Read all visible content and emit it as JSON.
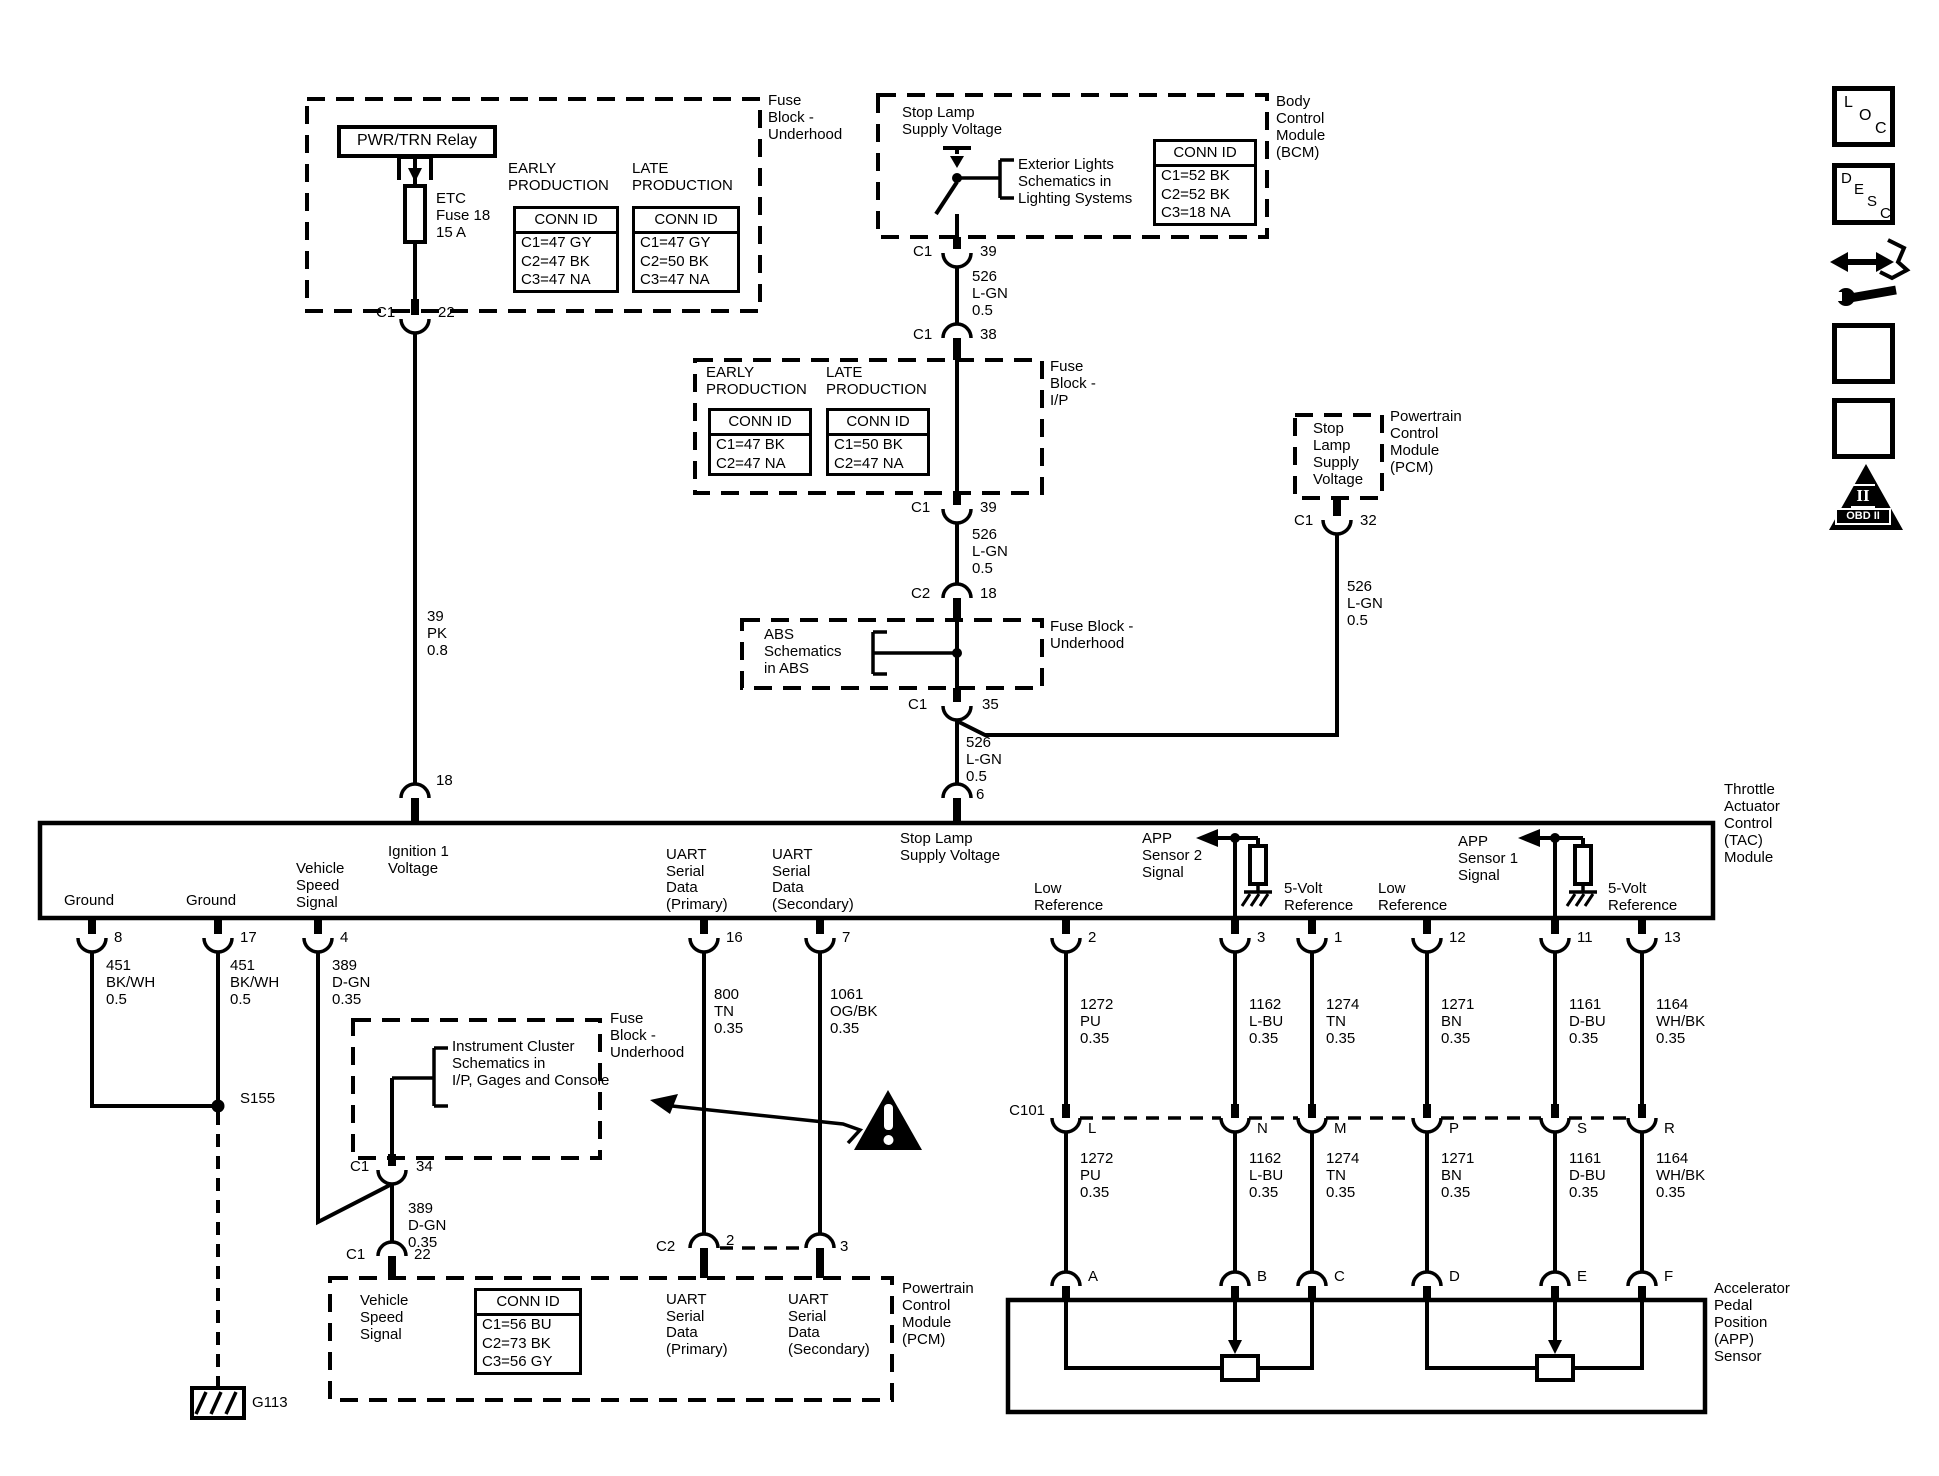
{
  "sidebar": {
    "loc_letters": [
      "L",
      "O",
      "C"
    ],
    "desc_letters": [
      "D",
      "E",
      "S",
      "C"
    ],
    "obd_numeral": "II",
    "obd_label": "OBD II"
  },
  "top_fuse_block": {
    "block_label": "Fuse\nBlock -\nUnderhood",
    "relay_label": "PWR/TRN Relay",
    "fuse_label": "ETC\nFuse 18\n15 A",
    "early_heading": "EARLY\nPRODUCTION",
    "late_heading": "LATE\nPRODUCTION",
    "conn_id_header": "CONN ID",
    "early_rows": [
      "C1=47 GY",
      "C2=47 BK",
      "C3=47 NA"
    ],
    "late_rows": [
      "C1=47 GY",
      "C2=50 BK",
      "C3=47 NA"
    ],
    "connector": "C1",
    "pin": "22"
  },
  "ignition_wire": {
    "label": "39\nPK\n0.8",
    "pin_in": "18"
  },
  "bcm": {
    "module_label": "Body\nControl\nModule\n(BCM)",
    "stop_lamp": "Stop Lamp\nSupply Voltage",
    "reference": "Exterior Lights\nSchematics in\nLighting Systems",
    "conn_id_header": "CONN ID",
    "rows": [
      "C1=52 BK",
      "C2=52 BK",
      "C3=18 NA"
    ],
    "conn_out": "C1",
    "pin_out": "39",
    "wire": "526\nL-GN\n0.5",
    "conn_in": "C1",
    "pin_in": "38"
  },
  "ip_fuse_block": {
    "block_label": "Fuse\nBlock -\nI/P",
    "early_heading": "EARLY\nPRODUCTION",
    "late_heading": "LATE\nPRODUCTION",
    "conn_id_header": "CONN ID",
    "early_rows": [
      "C1=47 BK",
      "C2=47 NA"
    ],
    "late_rows": [
      "C1=50 BK",
      "C2=47 NA"
    ],
    "conn_out": "C1",
    "pin_out": "39",
    "wire": "526\nL-GN\n0.5",
    "conn_in": "C2",
    "pin_in": "18"
  },
  "abs_block": {
    "block_label": "Fuse Block -\nUnderhood",
    "reference": "ABS\nSchematics\nin ABS",
    "conn_out": "C1",
    "pin_out": "35",
    "wire": "526\nL-GN\n0.5",
    "pin_in": "6"
  },
  "pcm_top": {
    "module_label": "Powertrain\nControl\nModule\n(PCM)",
    "stop_lamp": "Stop\nLamp\nSupply\nVoltage",
    "conn": "C1",
    "pin": "32",
    "wire": "526\nL-GN\n0.5"
  },
  "tac": {
    "module_label": "Throttle\nActuator\nControl\n(TAC)\nModule",
    "labels": {
      "ground1": "Ground",
      "ground2": "Ground",
      "vss": "Vehicle\nSpeed\nSignal",
      "ignition": "Ignition 1\nVoltage",
      "uart_primary": "UART\nSerial\nData\n(Primary)",
      "uart_secondary": "UART\nSerial\nData\n(Secondary)",
      "stop_lamp": "Stop Lamp\nSupply Voltage",
      "low_ref1": "Low\nReference",
      "app2": "APP\nSensor 2\nSignal",
      "volt5_1": "5-Volt\nReference",
      "low_ref2": "Low\nReference",
      "app1": "APP\nSensor 1\nSignal",
      "volt5_2": "5-Volt\nReference"
    },
    "pins": [
      "8",
      "17",
      "4",
      "16",
      "7",
      "2",
      "3",
      "1",
      "12",
      "11",
      "13"
    ]
  },
  "below_tac": {
    "w451a": "451\nBK/WH\n0.5",
    "w451b": "451\nBK/WH\n0.5",
    "w389": "389\nD-GN\n0.35",
    "w800": "800\nTN\n0.35",
    "w1061": "1061\nOG/BK\n0.35",
    "splice": "S155",
    "ground_name": "G113"
  },
  "instrument_cluster": {
    "block_label": "Fuse\nBlock -\nUnderhood",
    "reference": "Instrument Cluster\nSchematics in\nI/P, Gages and Console",
    "conn": "C1",
    "pin": "34",
    "wire": "389\nD-GN\n0.35"
  },
  "c101": {
    "label": "C101",
    "upper_wires": [
      "1272\nPU\n0.35",
      "1162\nL-BU\n0.35",
      "1274\nTN\n0.35",
      "1271\nBN\n0.35",
      "1161\nD-BU\n0.35",
      "1164\nWH/BK\n0.35"
    ],
    "terminals": [
      "L",
      "N",
      "M",
      "P",
      "S",
      "R"
    ],
    "lower_wires": [
      "1272\nPU\n0.35",
      "1162\nL-BU\n0.35",
      "1274\nTN\n0.35",
      "1271\nBN\n0.35",
      "1161\nD-BU\n0.35",
      "1164\nWH/BK\n0.35"
    ]
  },
  "app_sensor": {
    "label": "Accelerator\nPedal\nPosition\n(APP)\nSensor",
    "terminals": [
      "A",
      "B",
      "C",
      "D",
      "E",
      "F"
    ]
  },
  "pcm_bottom": {
    "module_label": "Powertrain\nControl\nModule\n(PCM)",
    "conn1": "C1",
    "pin1": "22",
    "vss": "Vehicle\nSpeed\nSignal",
    "conn_id_header": "CONN ID",
    "rows": [
      "C1=56 BU",
      "C2=73 BK",
      "C3=56 GY"
    ],
    "conn2": "C2",
    "pin2": "2",
    "pin3": "3",
    "uart_primary": "UART\nSerial\nData\n(Primary)",
    "uart_secondary": "UART\nSerial\nData\n(Secondary)"
  }
}
